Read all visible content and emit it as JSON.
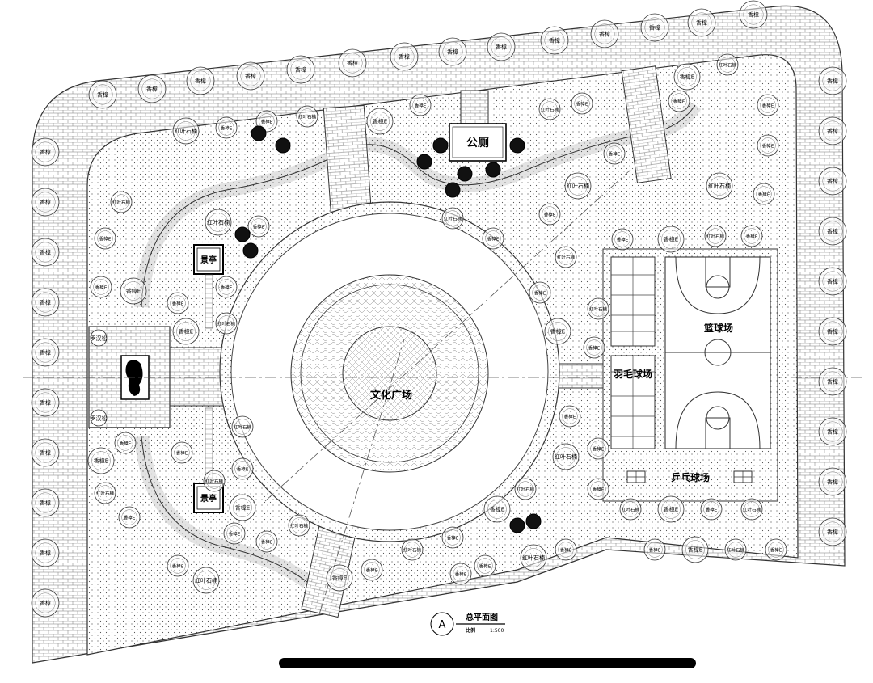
{
  "labels": {
    "toilet": "公厕",
    "plaza": "文化广场",
    "basketball": "篮球场",
    "badminton": "羽毛球场",
    "pingpong": "乒乓球场",
    "pavilion_top": "景亭",
    "pavilion_bottom": "景亭",
    "luohan_top": "罗汉松",
    "luohan_bottom": "罗汉松"
  },
  "tree_labels": {
    "border": "香樟",
    "camphor": "香樟E",
    "other": "红叶石楠"
  },
  "title_block": {
    "marker": "A",
    "title": "总平面图",
    "scale_label": "比例",
    "scale_value": "1:500"
  }
}
